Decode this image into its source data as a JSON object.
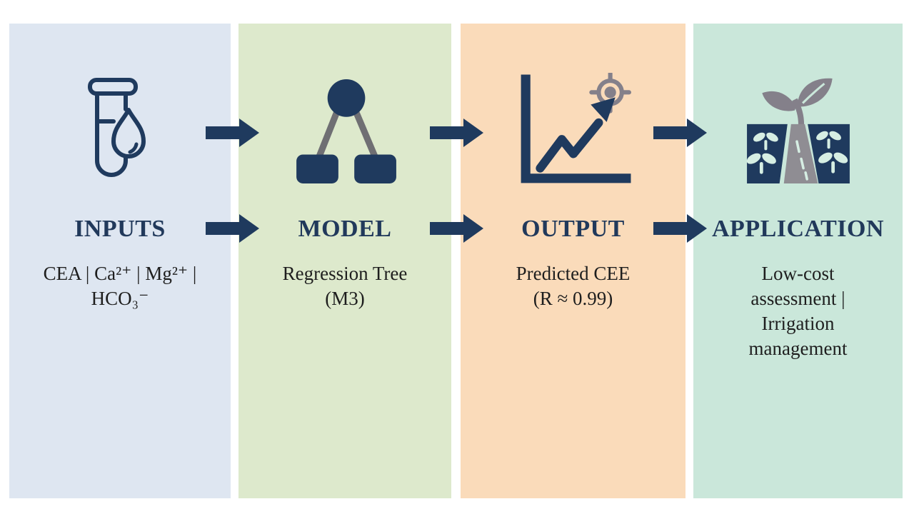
{
  "diagram": {
    "description": "Four-stage workflow infographic",
    "columns": [
      {
        "id": "inputs",
        "bg": "#dee6f1",
        "icon": "test-tube-droplet-icon",
        "title": "INPUTS",
        "lines": [
          "CEA | Ca²⁺ | Mg²⁺ |",
          "HCO₃⁻"
        ]
      },
      {
        "id": "model",
        "bg": "#dde9cc",
        "icon": "decision-tree-icon",
        "title": "MODEL",
        "lines": [
          "Regression Tree",
          "(M3)"
        ]
      },
      {
        "id": "output",
        "bg": "#fadbba",
        "icon": "rising-chart-target-icon",
        "title": "OUTPUT",
        "lines": [
          "Predicted CEE",
          "(R ≈ 0.99)"
        ]
      },
      {
        "id": "application",
        "bg": "#cae7da",
        "icon": "crop-field-seedling-icon",
        "title": "APPLICATION",
        "lines": [
          "Low-cost",
          "assessment |",
          "Irrigation",
          "management"
        ]
      }
    ],
    "flow": [
      "INPUTS → MODEL",
      "MODEL → OUTPUT",
      "OUTPUT → APPLICATION"
    ]
  },
  "colors": {
    "arrow": "#1f3a5e",
    "icon_navy": "#1f3a5e",
    "icon_gray": "#6f6f73",
    "target_gray": "#84808a",
    "road_gray": "#8f8d93",
    "sprout_mint": "#d6eee3",
    "title_text": "#21395b",
    "body_text": "#1e1e1e",
    "page_background": "#ffffff"
  }
}
